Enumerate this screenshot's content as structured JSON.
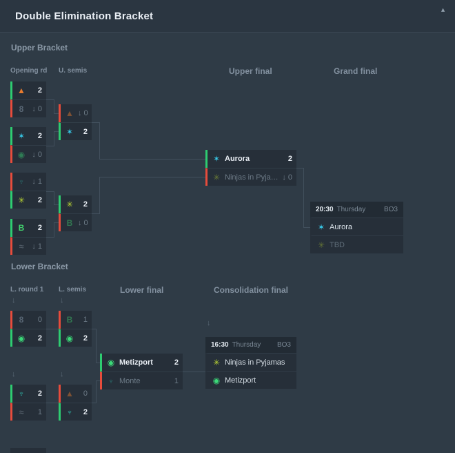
{
  "colors": {
    "win_green": "#2ecc71",
    "loss_red": "#e74c3c"
  },
  "header": {
    "title": "Double Elimination Bracket",
    "collapse_icon": "▲"
  },
  "upper": {
    "label": "Upper Bracket",
    "cols": {
      "c1": "Opening rd",
      "c2": "U. semis",
      "c3": "Upper final",
      "c4": "Grand final"
    },
    "open": [
      {
        "top": {
          "glyph": "▲",
          "color": "#e87b2e",
          "score": "2"
        },
        "bottom": {
          "glyph": "8",
          "color": "#93a7b9",
          "score": "↓ 0"
        }
      },
      {
        "top": {
          "glyph": "✶",
          "color": "#38c9e8",
          "score": "2"
        },
        "bottom": {
          "glyph": "◉",
          "color": "#3bd978",
          "score": "↓ 0"
        }
      },
      {
        "top": {
          "glyph": "♆",
          "color": "#2fb3a6",
          "score": "↓ 1"
        },
        "bottom": {
          "glyph": "✳",
          "color": "#b9d433",
          "score": "2"
        }
      },
      {
        "top": {
          "glyph": "B",
          "color": "#42d06e",
          "score": "2"
        },
        "bottom": {
          "glyph": "≈",
          "color": "#84919e",
          "score": "↓ 1"
        }
      }
    ],
    "semis": [
      {
        "top": {
          "glyph": "▲",
          "color": "#e87b2e",
          "score": "↓ 0"
        },
        "bottom": {
          "glyph": "✶",
          "color": "#38c9e8",
          "score": "2"
        }
      },
      {
        "top": {
          "glyph": "✳",
          "color": "#b9d433",
          "score": "2"
        },
        "bottom": {
          "glyph": "B",
          "color": "#42d06e",
          "score": "↓ 0"
        }
      }
    ],
    "final": {
      "top": {
        "glyph": "✶",
        "color": "#38c9e8",
        "name": "Aurora",
        "score": "2"
      },
      "bottom": {
        "glyph": "✳",
        "color": "#b9d433",
        "name": "Ninjas in Pyjamas",
        "score": "↓ 0"
      }
    },
    "grand": {
      "time": "20:30",
      "day": "Thursday",
      "format": "BO3",
      "top": {
        "glyph": "✶",
        "color": "#38c9e8",
        "name": "Aurora"
      },
      "bottom": {
        "glyph": "✳",
        "color": "#b9d433",
        "name": "TBD"
      }
    }
  },
  "lower": {
    "label": "Lower Bracket",
    "cols": {
      "c1": "L. round 1",
      "c2": "L. semis",
      "c3": "Lower final",
      "c4": "Consolidation final"
    },
    "drop_arrow": "↓",
    "round1": [
      {
        "top": {
          "glyph": "8",
          "color": "#93a7b9",
          "score": "0"
        },
        "bottom": {
          "glyph": "◉",
          "color": "#3bd978",
          "score": "2"
        }
      },
      {
        "top": {
          "glyph": "♆",
          "color": "#2fb3a6",
          "score": "2"
        },
        "bottom": {
          "glyph": "≈",
          "color": "#84919e",
          "score": "1"
        }
      }
    ],
    "semis": [
      {
        "top": {
          "glyph": "B",
          "color": "#42d06e",
          "score": "1"
        },
        "bottom": {
          "glyph": "◉",
          "color": "#3bd978",
          "score": "2"
        }
      },
      {
        "top": {
          "glyph": "▲",
          "color": "#e87b2e",
          "score": "0"
        },
        "bottom": {
          "glyph": "♆",
          "color": "#2fb3a6",
          "score": "2"
        }
      }
    ],
    "final": {
      "top": {
        "glyph": "◉",
        "color": "#3bd978",
        "name": "Metizport",
        "score": "2"
      },
      "bottom": {
        "glyph": "♆",
        "color": "#2fb3a6",
        "name": "Monte",
        "score": "1"
      }
    },
    "consolidation": {
      "time": "16:30",
      "day": "Thursday",
      "format": "BO3",
      "top": {
        "glyph": "✳",
        "color": "#b9d433",
        "name": "Ninjas in Pyjamas"
      },
      "bottom": {
        "glyph": "◉",
        "color": "#3bd978",
        "name": "Metizport"
      }
    }
  }
}
